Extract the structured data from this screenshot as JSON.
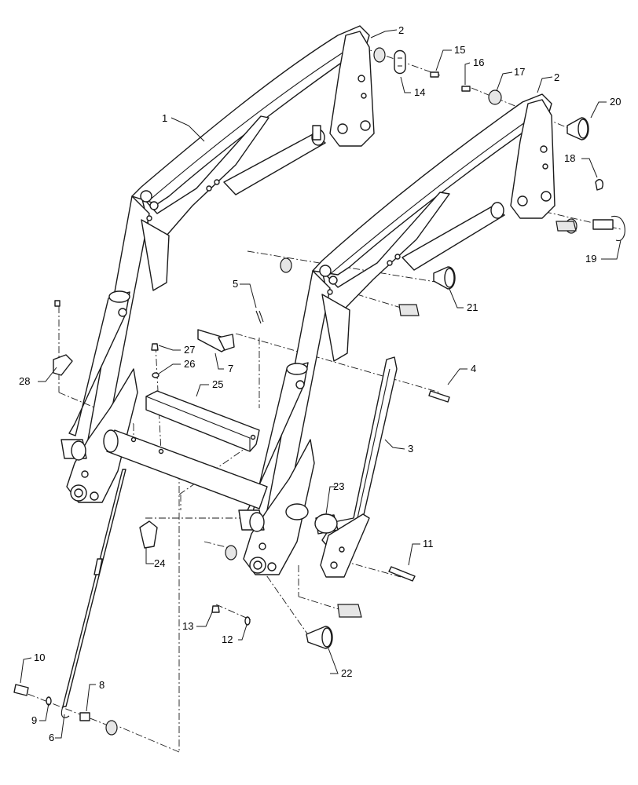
{
  "callouts": [
    {
      "id": "1",
      "label": "1"
    },
    {
      "id": "2a",
      "label": "2"
    },
    {
      "id": "2b",
      "label": "2"
    },
    {
      "id": "3",
      "label": "3"
    },
    {
      "id": "4",
      "label": "4"
    },
    {
      "id": "5",
      "label": "5"
    },
    {
      "id": "6",
      "label": "6"
    },
    {
      "id": "7",
      "label": "7"
    },
    {
      "id": "8",
      "label": "8"
    },
    {
      "id": "9",
      "label": "9"
    },
    {
      "id": "10",
      "label": "10"
    },
    {
      "id": "11",
      "label": "11"
    },
    {
      "id": "12",
      "label": "12"
    },
    {
      "id": "13",
      "label": "13"
    },
    {
      "id": "14",
      "label": "14"
    },
    {
      "id": "15",
      "label": "15"
    },
    {
      "id": "16",
      "label": "16"
    },
    {
      "id": "17",
      "label": "17"
    },
    {
      "id": "18",
      "label": "18"
    },
    {
      "id": "19",
      "label": "19"
    },
    {
      "id": "20",
      "label": "20"
    },
    {
      "id": "21",
      "label": "21"
    },
    {
      "id": "22",
      "label": "22"
    },
    {
      "id": "23",
      "label": "23"
    },
    {
      "id": "24",
      "label": "24"
    },
    {
      "id": "25",
      "label": "25"
    },
    {
      "id": "26",
      "label": "26"
    },
    {
      "id": "27",
      "label": "27"
    },
    {
      "id": "28",
      "label": "28"
    }
  ]
}
